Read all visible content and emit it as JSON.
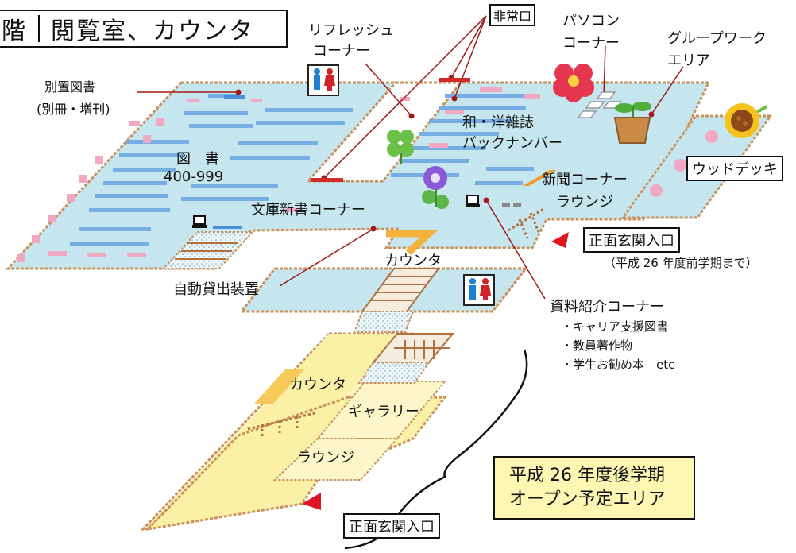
{
  "title": {
    "floor": "階",
    "name": "閲覧室、カウンタ"
  },
  "labels": {
    "betsuchi": "別置図書",
    "betsuchi_sub": "(別冊・増刊)",
    "refresh_1": "リフレッシュ",
    "refresh_2": "コーナー",
    "emergency_exit": "非常口",
    "pc_1": "パソコン",
    "pc_2": "コーナー",
    "group_1": "グループワーク",
    "group_2": "エリア",
    "books_1": "図　書",
    "books_2": "400-999",
    "wayou_1": "和・洋雑誌",
    "wayou_2": "バックナンバー",
    "wood_deck": "ウッドデッキ",
    "newspaper": "新聞コーナー",
    "lounge_upper": "ラウンジ",
    "bunko": "文庫新書コーナー",
    "main_entrance_upper": "正面玄関入口",
    "until_note": "（平成 26 年度前学期まで）",
    "counter_upper": "カウンタ",
    "auto_lending": "自動貸出装置",
    "materials": "資料紹介コーナー",
    "materials_items": [
      "・キャリア支援図書",
      "・教員著作物",
      "・学生お勧め本　etc"
    ],
    "counter_lower": "カウンタ",
    "gallery": "ギャラリー",
    "lounge_lower": "ラウンジ",
    "main_entrance_lower": "正面玄関入口",
    "planned_1": "平成 26 年度後学期",
    "planned_2": "オープン予定エリア"
  },
  "colors": {
    "floor": "#c5e6ef",
    "wall": "#c9915b",
    "shelf": "#76aee3",
    "table": "#f2a7c3",
    "stairs": "#b0713f",
    "counter": "#f4b13c",
    "newspaper_shelf": "#f39a2b",
    "new_area": "#fbf1a6",
    "leader_line": "#a01a1a",
    "arrow": "#e01522"
  },
  "icons": [
    "restroom-icon",
    "hibiscus-icon",
    "clover-icon",
    "morning-glory-icon",
    "potted-plant-icon",
    "sunflower-icon",
    "computer-icon",
    "arrow-icon"
  ]
}
